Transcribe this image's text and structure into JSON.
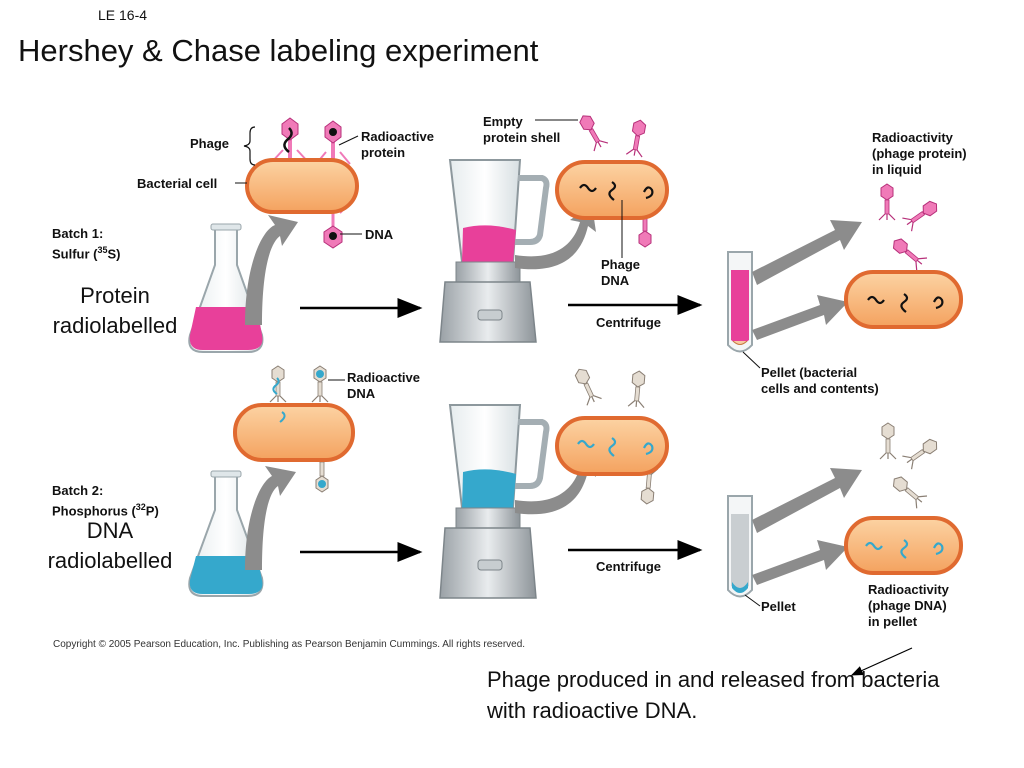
{
  "slide": {
    "id": "LE 16-4",
    "title": "Hershey & Chase labeling experiment"
  },
  "labels": {
    "phage": "Phage",
    "bacterial_cell": "Bacterial cell",
    "radioactive_protein": [
      "Radioactive",
      "protein"
    ],
    "dna": "DNA",
    "empty_shell": [
      "Empty",
      "protein shell"
    ],
    "phage_dna": [
      "Phage",
      "DNA"
    ],
    "radioactivity_liquid": [
      "Radioactivity",
      "(phage protein)",
      "in liquid"
    ],
    "batch1": [
      "Batch 1:",
      "Sulfur (",
      "35",
      "S)"
    ],
    "protein_radiolabelled": [
      "Protein",
      "radiolabelled"
    ],
    "centrifuge_top": "Centrifuge",
    "pellet_bacterial": [
      "Pellet (bacterial",
      "cells and contents)"
    ],
    "radioactive_dna": [
      "Radioactive",
      "DNA"
    ],
    "batch2": [
      "Batch 2:",
      "Phosphorus (",
      "32",
      "P)"
    ],
    "dna_radiolabelled": [
      "DNA",
      "radiolabelled"
    ],
    "centrifuge_bottom": "Centrifuge",
    "pellet": "Pellet",
    "radioactivity_pellet": [
      "Radioactivity",
      "(phage DNA)",
      "in pellet"
    ]
  },
  "copyright": "Copyright ©  2005 Pearson Education, Inc. Publishing as Pearson Benjamin Cummings. All rights reserved.",
  "caption": [
    "Phage produced in  and released from bacteria",
    "with radioactive DNA."
  ],
  "colors": {
    "protein_label": "#e8409a",
    "dna_label": "#35a8cc",
    "cell_fill": "#f5b073",
    "cell_outline": "#e06a30",
    "arrow_gray": "#8c8c8c",
    "unlabelled_phage": "#d9cfc2"
  }
}
